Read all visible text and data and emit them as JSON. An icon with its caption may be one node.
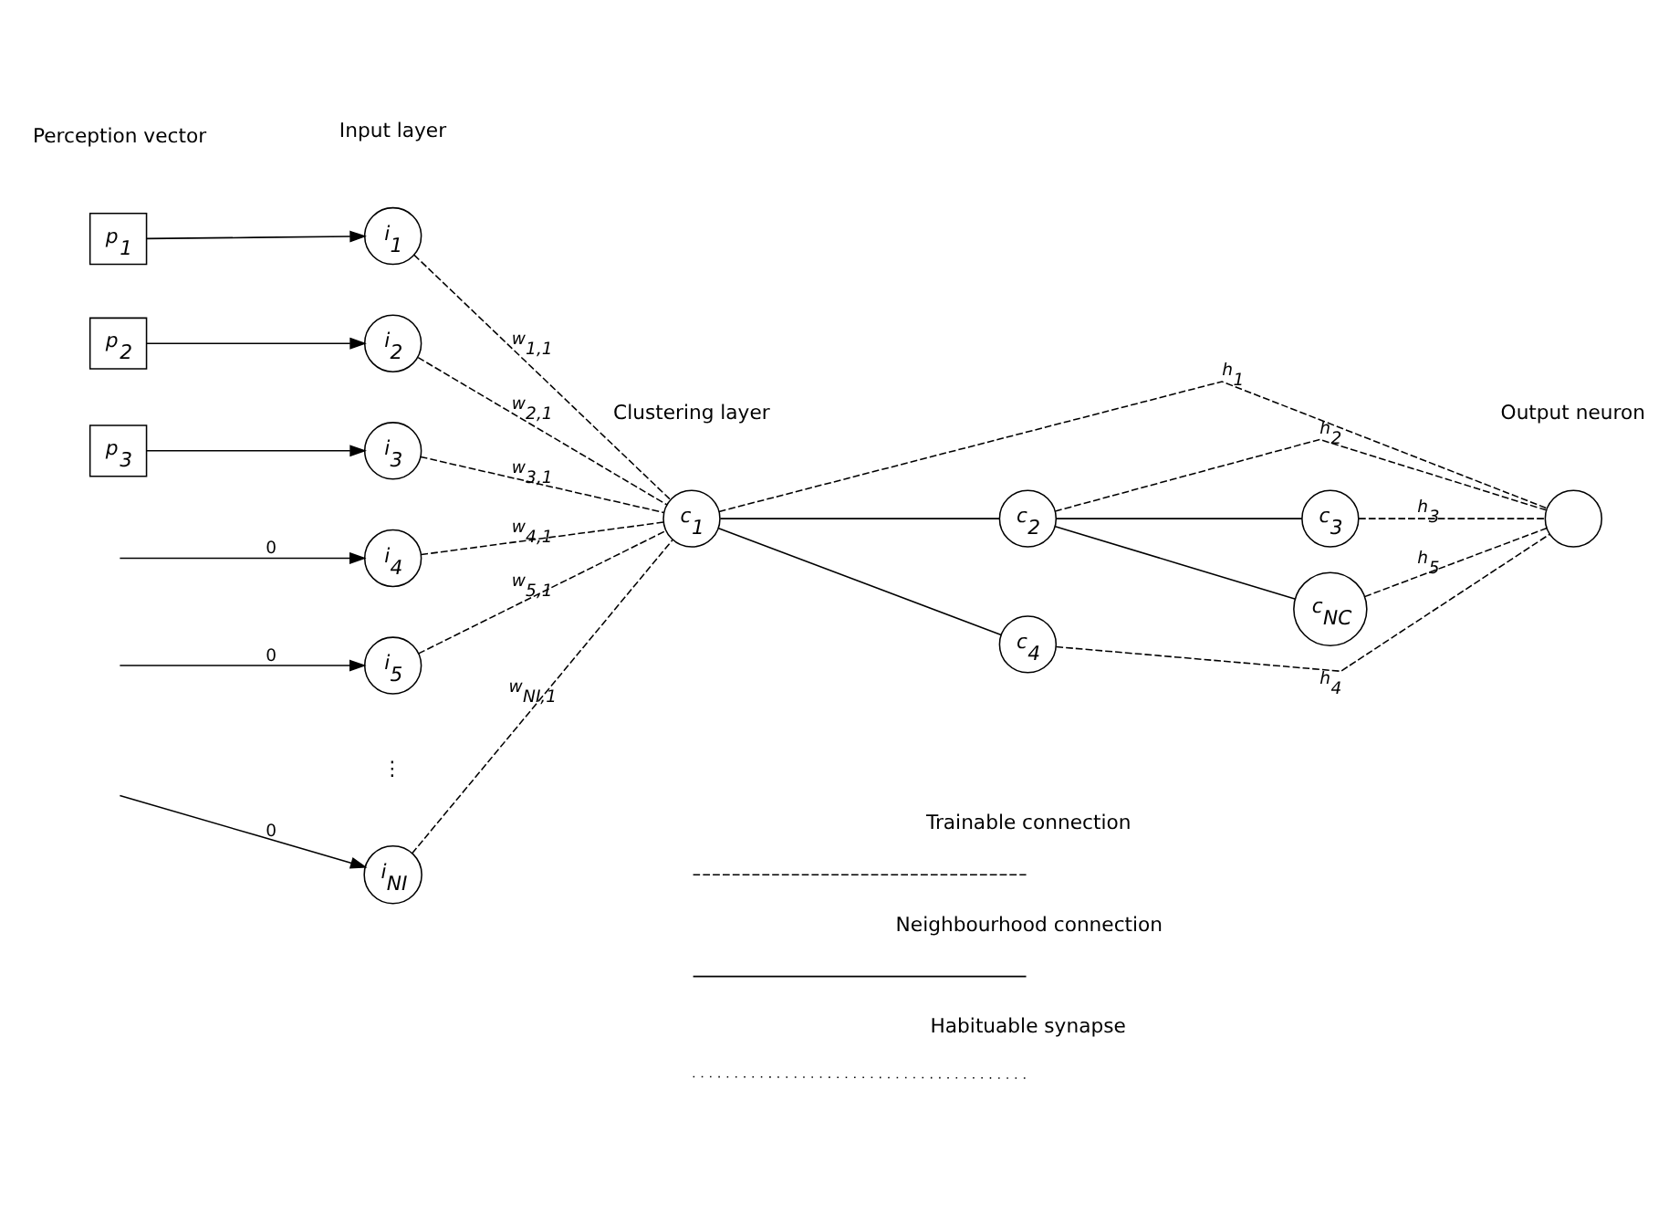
{
  "diagram": {
    "nodes": [
      {
        "text": [
          "p$_{1}$"
        ]
      },
      {
        "text": [
          "p$_{2}$"
        ]
      },
      {
        "text": [
          "p$_{3}$"
        ]
      },
      {
        "text": [
          "i$_{1}$"
        ]
      },
      {
        "text": [
          "i$_{2}$"
        ]
      },
      {
        "text": [
          "i$_{3}$"
        ]
      },
      {
        "text": [
          "i$_{4}$"
        ]
      },
      {
        "text": [
          "i$_{5}$"
        ]
      },
      {
        "text": [
          "i$_{NI}$"
        ]
      },
      {
        "text": [
          "c$_{1}$"
        ]
      },
      {
        "text": [
          "c$_{2}$"
        ]
      },
      {
        "text": [
          "c$_{3}$"
        ]
      },
      {
        "text": [
          "c$_{4}$"
        ]
      },
      {
        "text": [
          "c$_{NC}$"
        ]
      },
      {
        "text": [],
        "shape": "circle"
      }
    ],
    "edges": [
      {
        "from": 0,
        "to": 3,
        "arrow": "to"
      },
      {
        "from": 1,
        "to": 4,
        "arrow": "to"
      },
      {
        "from": 2,
        "to": 5,
        "arrow": "to"
      },
      {
        "from": null,
        "to": 6,
        "arrow": "to",
        "label": "0"
      },
      {
        "from": null,
        "to": 7,
        "arrow": "to",
        "label": "0"
      },
      {
        "from": null,
        "to": 8,
        "arrow": "to",
        "label": "0"
      },
      {
        "from": 3,
        "to": 9,
        "arrow": "none",
        "style": "dashed",
        "label": "w$_{1,1}$"
      },
      {
        "from": 4,
        "to": 9,
        "arrow": "none",
        "style": "dashed",
        "label": "w$_{2,1}$"
      },
      {
        "from": 5,
        "to": 9,
        "arrow": "none",
        "style": "dashed",
        "label": "w$_{3,1}$"
      },
      {
        "from": 6,
        "to": 9,
        "arrow": "none",
        "style": "dashed",
        "label": "w$_{4,1}$"
      },
      {
        "from": 7,
        "to": 9,
        "arrow": "none",
        "style": "dashed",
        "label": "w$_{5,1}$"
      },
      {
        "from": 8,
        "to": 9,
        "arrow": "none",
        "style": "dashed",
        "label": "w$_{NI,1}$"
      },
      {
        "from": 9,
        "to": 10,
        "arrow": "none"
      },
      {
        "from": 9,
        "to": 12,
        "arrow": "none"
      },
      {
        "from": 10,
        "to": 11,
        "arrow": "none"
      },
      {
        "from": 10,
        "to": 13,
        "arrow": "none"
      },
      {
        "from": 9,
        "to": 14,
        "arrow": "none",
        "style": "dashed",
        "label": "h$_{1}$"
      },
      {
        "from": 10,
        "to": 14,
        "arrow": "none",
        "style": "dashed",
        "label": "h$_{2}$"
      },
      {
        "from": 11,
        "to": 14,
        "arrow": "none",
        "style": "dashed",
        "label": "h$_{3}$"
      },
      {
        "from": 12,
        "to": 14,
        "arrow": "none",
        "style": "dashed",
        "label": "h$_{4}$"
      },
      {
        "from": 13,
        "to": 14,
        "arrow": "none",
        "style": "dashed",
        "label": "h$_{5}$"
      }
    ],
    "labels": [
      "Perception vector",
      "Input layer",
      "Clustering layer",
      "Output neuron",
      "⋮"
    ],
    "legend": [
      {
        "text": "Trainable connection"
      },
      {
        "text": "Neighbourhood connection"
      },
      {
        "text": "Habituable synapse"
      }
    ]
  }
}
